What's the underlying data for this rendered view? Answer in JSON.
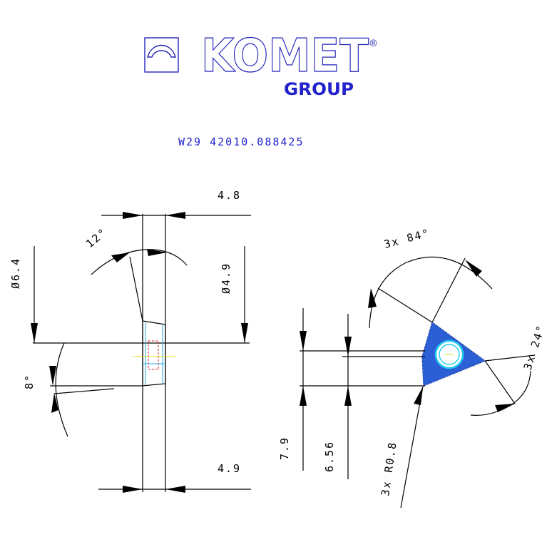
{
  "logo": {
    "brand": "KOMET",
    "registered": "®",
    "group": "GROUP"
  },
  "part_number": "W29 42010.088425",
  "side_view": {
    "top_width": "4.8",
    "bottom_width": "4.9",
    "outer_diameter": "Ø6.4",
    "inner_diameter": "Ø4.9",
    "rake_angle": "12°",
    "clearance_angle": "8°"
  },
  "top_view": {
    "included_angle": "3x 84°",
    "edge_angle": "3x 24°",
    "height_7_9": "7.9",
    "height_6_56": "6.56",
    "corner_radius": "3x R0.8"
  },
  "colors": {
    "brand": "#2222bb",
    "insert_fill": "#2a5fd6",
    "hole": "#22ccee"
  }
}
